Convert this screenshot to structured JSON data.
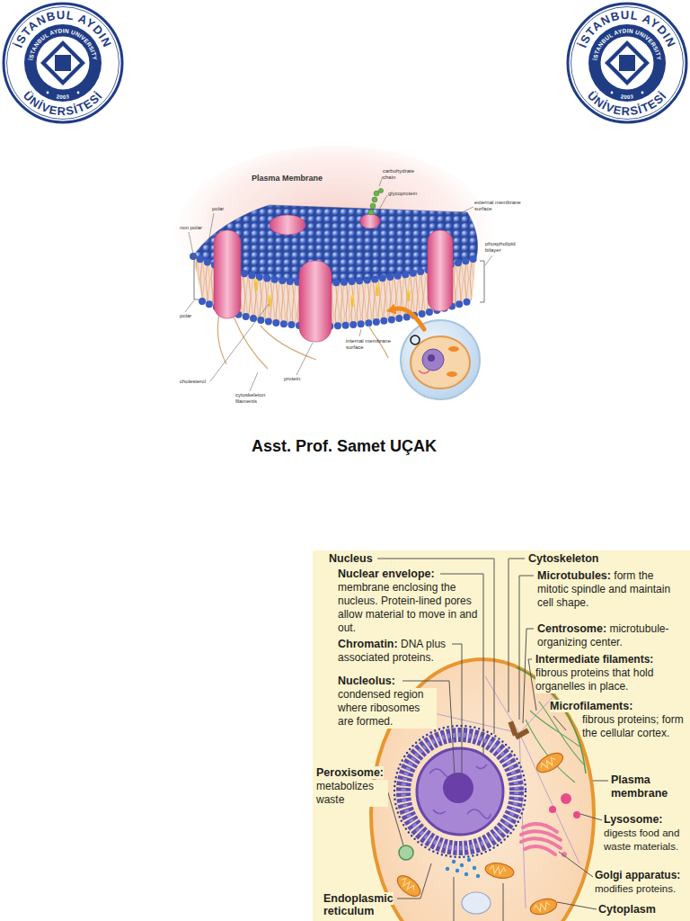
{
  "diagram": {
    "labels": [
      "İSTANBUL AYDIN",
      "ÜNİVERSİTESİ",
      "İSTANBUL AYDIN UNIVERSITY",
      "2003",
      "İSTANBUL AYDIN",
      "ÜNİVERSİTESİ",
      "İSTANBUL AYDIN UNIVERSITY",
      "2003",
      "Plasma Membrane",
      "carbohydrate chain",
      "glycoprotein",
      "external membrane surface",
      "phospholipid bilayer",
      "polar",
      "non polar",
      "polar",
      "cholesterol",
      "cytoskeleton filaments",
      "protein",
      "internal membrane surface",
      "Asst. Prof. Samet UÇAK",
      "Nucleus",
      "Nuclear envelope:",
      "membrane enclosing the nucleus. Protein-lined pores allow material to move in and out.",
      "Chromatin:",
      "DNA plus associated proteins.",
      "Nucleolus:",
      "condensed region where ribosomes are formed.",
      "Cytoskeleton",
      "Microtubules:",
      "form the mitotic spindle and maintain cell shape.",
      "Centrosome:",
      "microtubule-organizing center.",
      "Intermediate filaments:",
      "fibrous proteins that hold organelles in place.",
      "Microfilaments:",
      "fibrous proteins; form the cellular cortex.",
      "Peroxisome:",
      "metabolizes waste",
      "Plasma membrane",
      "Lysosome:",
      "digests food and waste materials.",
      "Golgi apparatus:",
      "modifies proteins.",
      "Endoplasmic reticulum",
      "Cytoplasm"
    ]
  }
}
